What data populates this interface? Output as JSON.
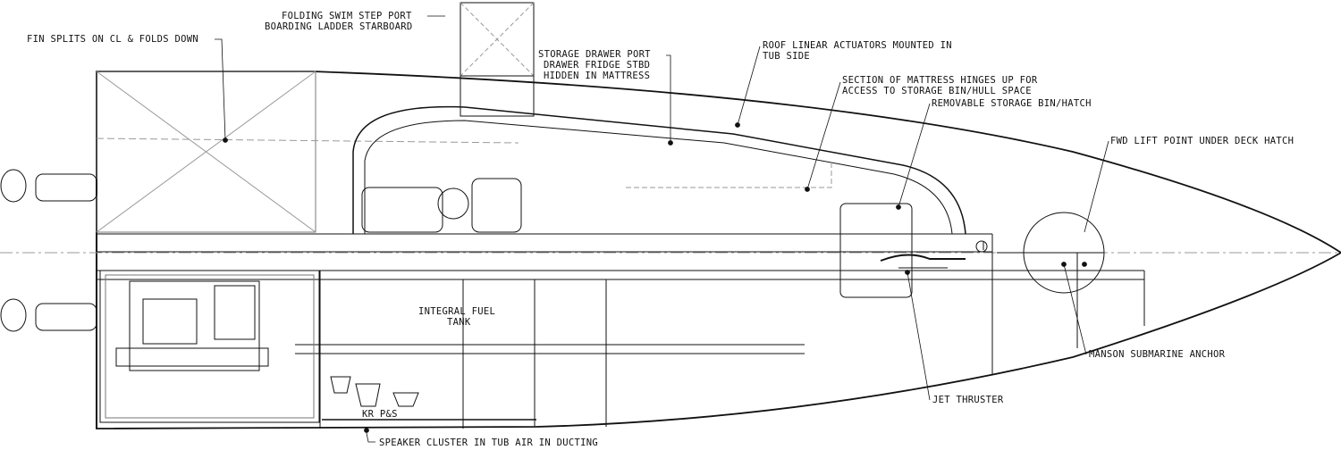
{
  "labels": {
    "fin": "FIN SPLITS ON CL & FOLDS DOWN",
    "swim_step_1": "FOLDING SWIM STEP PORT",
    "swim_step_2": "BOARDING LADDER STARBOARD",
    "drawer_1": "STORAGE DRAWER PORT",
    "drawer_2": "DRAWER FRIDGE STBD",
    "drawer_3": "HIDDEN IN MATTRESS",
    "actuators_1": "ROOF LINEAR ACTUATORS MOUNTED IN",
    "actuators_2": "TUB SIDE",
    "mattress_1": "SECTION OF MATTRESS HINGES UP FOR",
    "mattress_2": "ACCESS TO STORAGE BIN/HULL SPACE",
    "storage_bin": "REMOVABLE STORAGE BIN/HATCH",
    "lift_point": "FWD LIFT POINT UNDER DECK HATCH",
    "fuel_1": "INTEGRAL FUEL",
    "fuel_2": "TANK",
    "anchor": "MANSON SUBMARINE ANCHOR",
    "thruster": "JET THRUSTER",
    "spkr": "KR P&S",
    "speaker": "SPEAKER CLUSTER IN TUB AIR IN DUCTING"
  },
  "colors": {
    "line": "#111111",
    "hidden": "#999999"
  }
}
